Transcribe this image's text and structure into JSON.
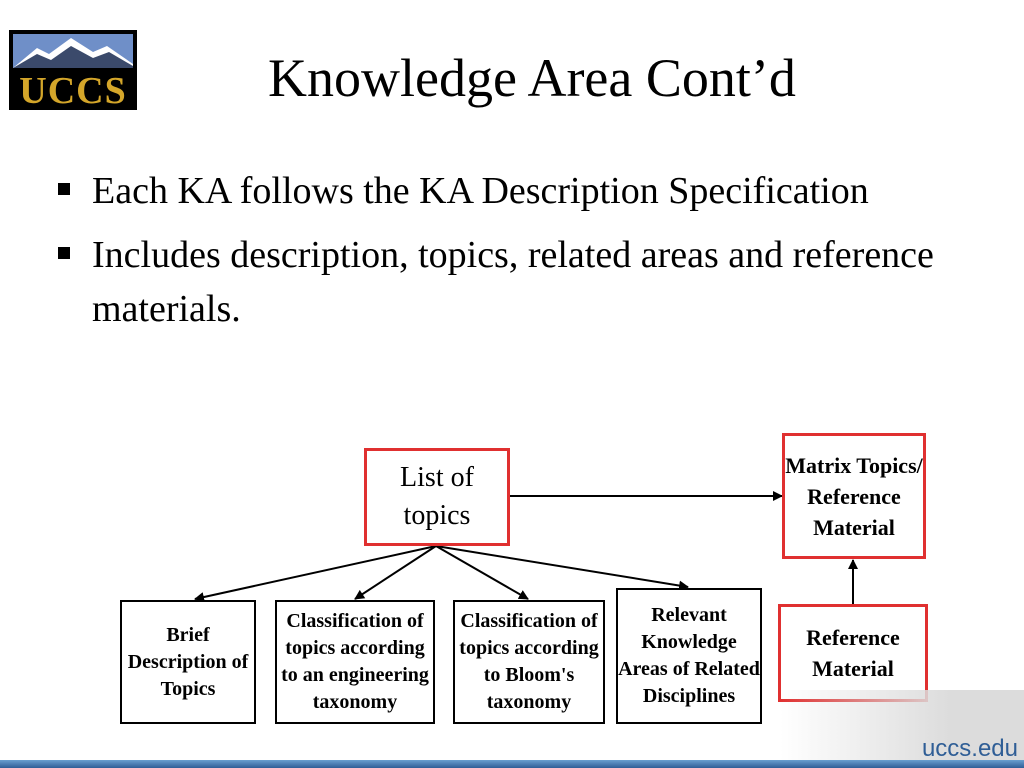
{
  "logo": {
    "text": "UCCS"
  },
  "title": "Knowledge Area Cont’d",
  "bullets": [
    "Each KA follows the KA Description Specification",
    "Includes description, topics, related areas and reference materials."
  ],
  "diagram": {
    "list_of_topics": "List of topics",
    "matrix": "Matrix Topics/ Reference Material",
    "reference_material": "Reference Material",
    "brief_description": "Brief Description of Topics",
    "classification_engineering": "Classification of topics according to an engineering taxonomy",
    "classification_bloom": "Classification of topics according to Bloom's taxonomy",
    "relevant_areas": "Relevant Knowledge Areas of Related Disciplines",
    "colors": {
      "red_border": "#e03030",
      "black_border": "#000000"
    }
  },
  "footer": {
    "link": "uccs.edu",
    "bar_color": "#2f5e96"
  }
}
